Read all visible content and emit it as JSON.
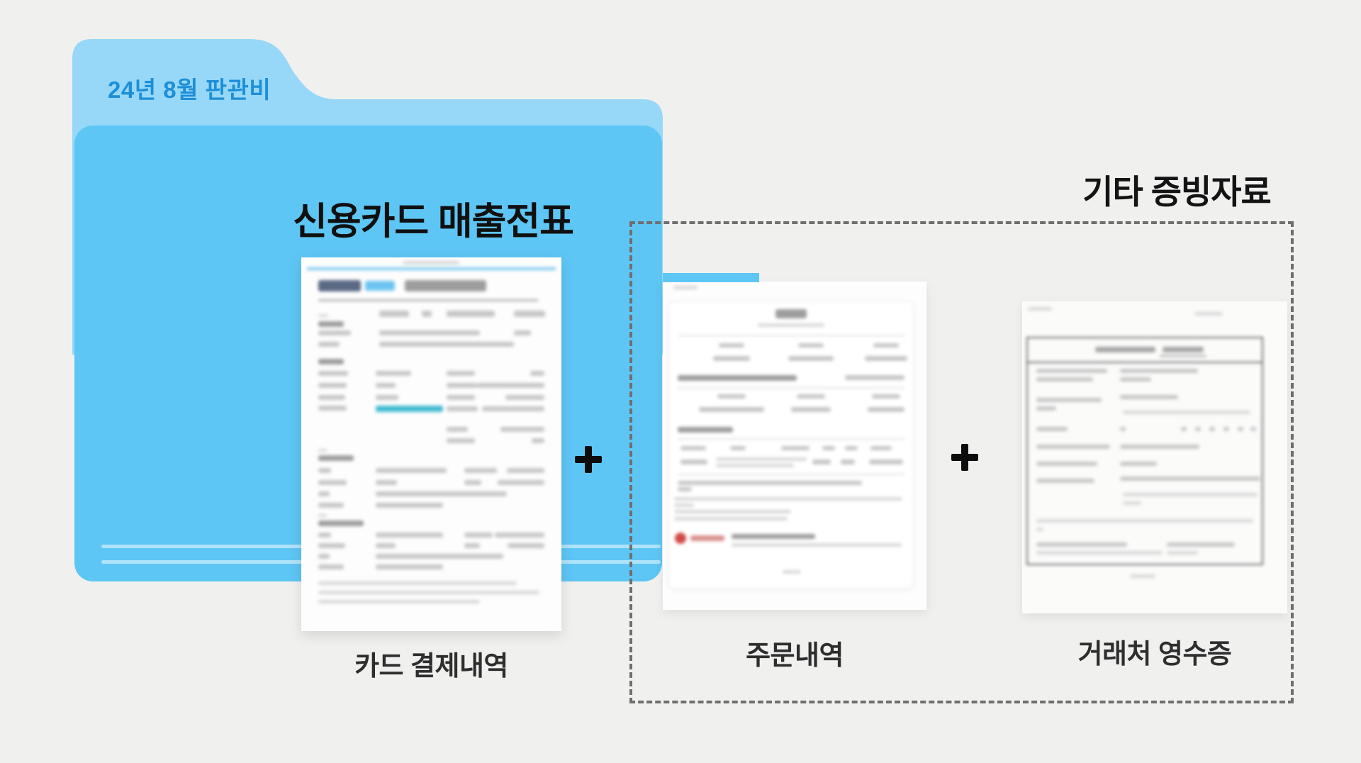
{
  "background_color": "#f0f1ef",
  "folder": {
    "tab_label": "24년 8월 판관비",
    "title": "신용카드 매출전표",
    "caption": "카드 결제내역",
    "colors": {
      "front": "#5ec6f4",
      "back": "#97d8f8",
      "tab_text": "#1d8fd8"
    }
  },
  "other_evidence": {
    "title": "기타 증빙자료",
    "border_color": "#6f6f6f",
    "items": [
      {
        "caption": "주문내역"
      },
      {
        "caption": "거래처 영수증"
      }
    ]
  },
  "operators": {
    "plus": "+"
  },
  "icons": {
    "plus": "plus-icon",
    "folder": "folder-icon"
  }
}
